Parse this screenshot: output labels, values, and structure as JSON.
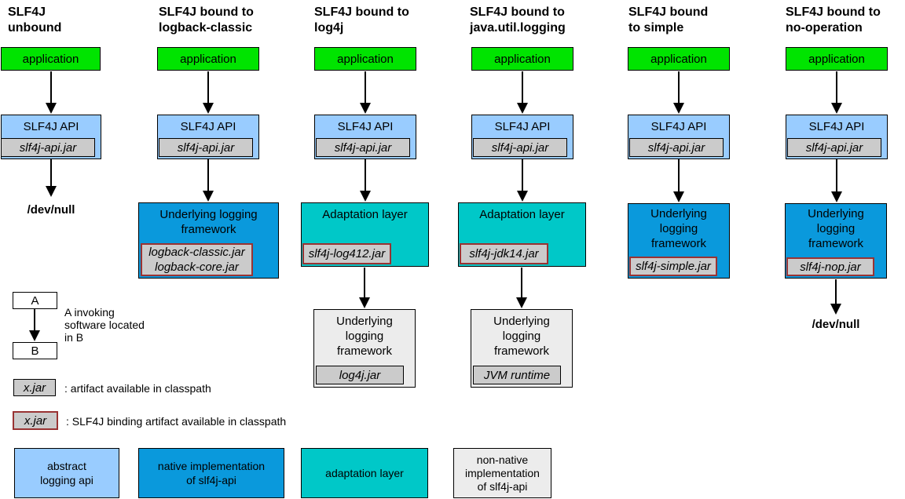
{
  "colors": {
    "application": "#00e400",
    "abstract_api": "#99ccff",
    "native_impl": "#0a99dc",
    "adaptation": "#00c8c8",
    "artifact": "#cbcbcb",
    "non_native": "#ececec",
    "binding_border": "#993333"
  },
  "columns": [
    {
      "title_line1": "SLF4J",
      "title_line2": "unbound",
      "application": "application",
      "api": "SLF4J API",
      "api_jar": "slf4j-api.jar",
      "sink": "/dev/null"
    },
    {
      "title_line1": "SLF4J bound to",
      "title_line2": "logback-classic",
      "application": "application",
      "api": "SLF4J API",
      "api_jar": "slf4j-api.jar",
      "framework_line1": "Underlying logging",
      "framework_line2": "framework",
      "framework_jar_line1": "logback-classic.jar",
      "framework_jar_line2": "logback-core.jar"
    },
    {
      "title_line1": "SLF4J bound to",
      "title_line2": "log4j",
      "application": "application",
      "api": "SLF4J API",
      "api_jar": "slf4j-api.jar",
      "adaptation": "Adaptation layer",
      "adaptation_jar": "slf4j-log412.jar",
      "framework_line1": "Underlying",
      "framework_line2": "logging",
      "framework_line3": "framework",
      "framework_jar": "log4j.jar"
    },
    {
      "title_line1": "SLF4J bound to",
      "title_line2": "java.util.logging",
      "application": "application",
      "api": "SLF4J API",
      "api_jar": "slf4j-api.jar",
      "adaptation": "Adaptation layer",
      "adaptation_jar": "slf4j-jdk14.jar",
      "framework_line1": "Underlying",
      "framework_line2": "logging",
      "framework_line3": "framework",
      "framework_jar": "JVM runtime"
    },
    {
      "title_line1": "SLF4J bound",
      "title_line2": "to simple",
      "application": "application",
      "api": "SLF4J API",
      "api_jar": "slf4j-api.jar",
      "framework_line1": "Underlying",
      "framework_line2": "logging",
      "framework_line3": "framework",
      "framework_jar": "slf4j-simple.jar"
    },
    {
      "title_line1": "SLF4J bound to",
      "title_line2": "no-operation",
      "application": "application",
      "api": "SLF4J API",
      "api_jar": "slf4j-api.jar",
      "framework_line1": "Underlying",
      "framework_line2": "logging",
      "framework_line3": "framework",
      "framework_jar": "slf4j-nop.jar",
      "sink": "/dev/null"
    }
  ],
  "legend": {
    "box_a": "A",
    "box_b": "B",
    "invoking_line1": "A invoking",
    "invoking_line2": "software located",
    "invoking_line3": "in B",
    "jar_sample": "x.jar",
    "artifact_note": ": artifact available in classpath",
    "binding_note": ": SLF4J binding artifact available in classpath",
    "swatch_abstract_line1": "abstract",
    "swatch_abstract_line2": "logging api",
    "swatch_native_line1": "native implementation",
    "swatch_native_line2": "of slf4j-api",
    "swatch_adaptation": "adaptation layer",
    "swatch_nonnative_line1": "non-native",
    "swatch_nonnative_line2": "implementation",
    "swatch_nonnative_line3": "of slf4j-api"
  }
}
